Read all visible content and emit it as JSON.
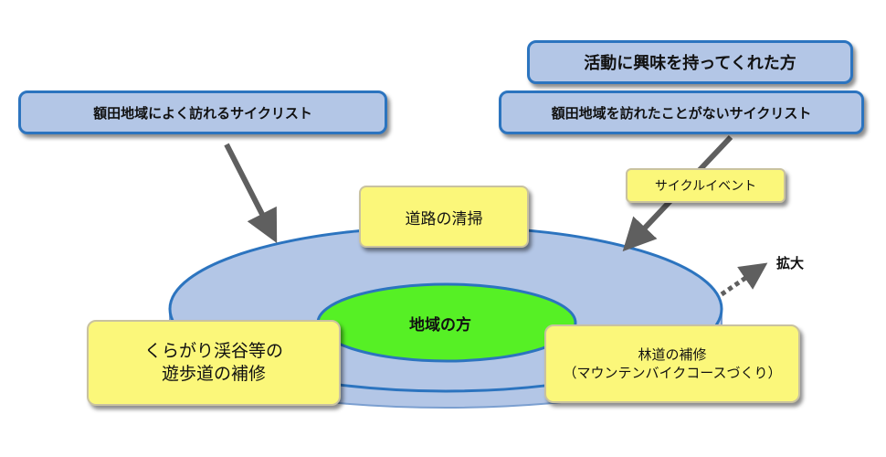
{
  "outer_label_left": "額田地域によく訪れるサイクリスト",
  "outer_label_right_top": "活動に興味を持ってくれた方",
  "outer_label_right_bottom": "額田地域を訪れたことがないサイクリスト",
  "event_label": "サイクルイベント",
  "expand_label": "拡大",
  "center_label": "地域の方",
  "activities": {
    "road_cleaning": "道路の清掃",
    "promenade_repair_line1": "くらがり渓谷等の",
    "promenade_repair_line2": "遊歩道の補修",
    "forest_road_line1": "林道の補修",
    "forest_road_line2": "（マウンテンバイクコースづくり）"
  },
  "colors": {
    "outer_ring": "#b3c6e6",
    "ring_border": "#2c74bf",
    "center": "#56f025",
    "yellow_box": "#fbf77a",
    "blue_box": "#b3c6e6",
    "arrow": "#5f5f5f"
  }
}
